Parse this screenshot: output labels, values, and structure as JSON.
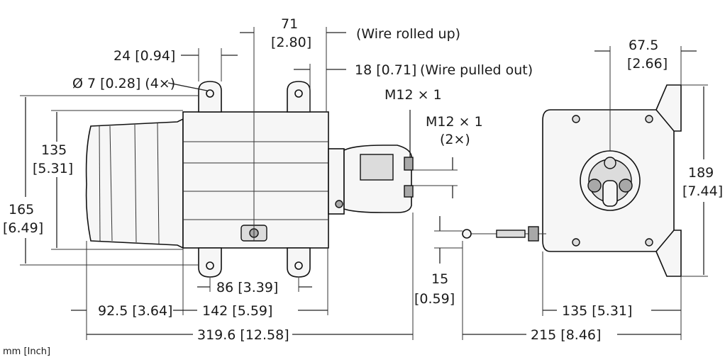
{
  "units_note": "mm [Inch]",
  "dimensions": {
    "wire_rolled_up_value": "71",
    "wire_rolled_up_inch": "[2.80]",
    "wire_rolled_up_note": "(Wire rolled up)",
    "wire_pulled_out": "18 [0.71]",
    "wire_pulled_out_note": "(Wire pulled out)",
    "hole_spacing": "24 [0.94]",
    "hole_diameter": "Ø 7 [0.28] (4×)",
    "connector_main": "M12 × 1",
    "connector_side": "M12 × 1",
    "connector_side_count": "(2×)",
    "body_height_value": "135",
    "body_height_inch": "[5.31]",
    "overall_height_value": "165",
    "overall_height_inch": "[6.49]",
    "foot_spacing": "86 [3.39]",
    "rear_length": "92.5 [3.64]",
    "mid_length": "142 [5.59]",
    "total_length": "319.6 [12.58]",
    "wire_offset_value": "15",
    "wire_offset_inch": "[0.59]",
    "side_top": "67.5",
    "side_top_inch": "[2.66]",
    "side_height_value": "189",
    "side_height_inch": "[7.44]",
    "side_width": "135 [5.31]",
    "side_total": "215 [8.46]"
  }
}
